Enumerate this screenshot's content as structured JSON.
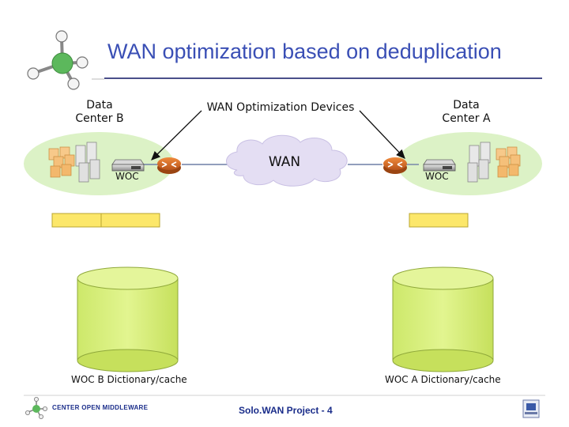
{
  "slide": {
    "title": "WAN optimization based on deduplication",
    "footer": "Solo.WAN Project - 4"
  },
  "diagram": {
    "site_left": {
      "name_line1": "Data",
      "name_line2": "Center B",
      "woc_label": "WOC",
      "cache_label": "WOC B Dictionary/cache"
    },
    "site_right": {
      "name_line1": "Data",
      "name_line2": "Center A",
      "woc_label": "WOC",
      "cache_label": "WOC A Dictionary/cache"
    },
    "devices_label": "WAN Optimization Devices",
    "wan_label": "WAN"
  },
  "logo": {
    "org": "CENTER OPEN MIDDLEWARE"
  },
  "colors": {
    "title": "#3a4fb5",
    "site_ellipse": "#d8f0c0",
    "cylinder": "#d9f27a",
    "buffer_cell": "#fce76a",
    "cloud": "#e2dcf2",
    "router": "#d2691e"
  }
}
